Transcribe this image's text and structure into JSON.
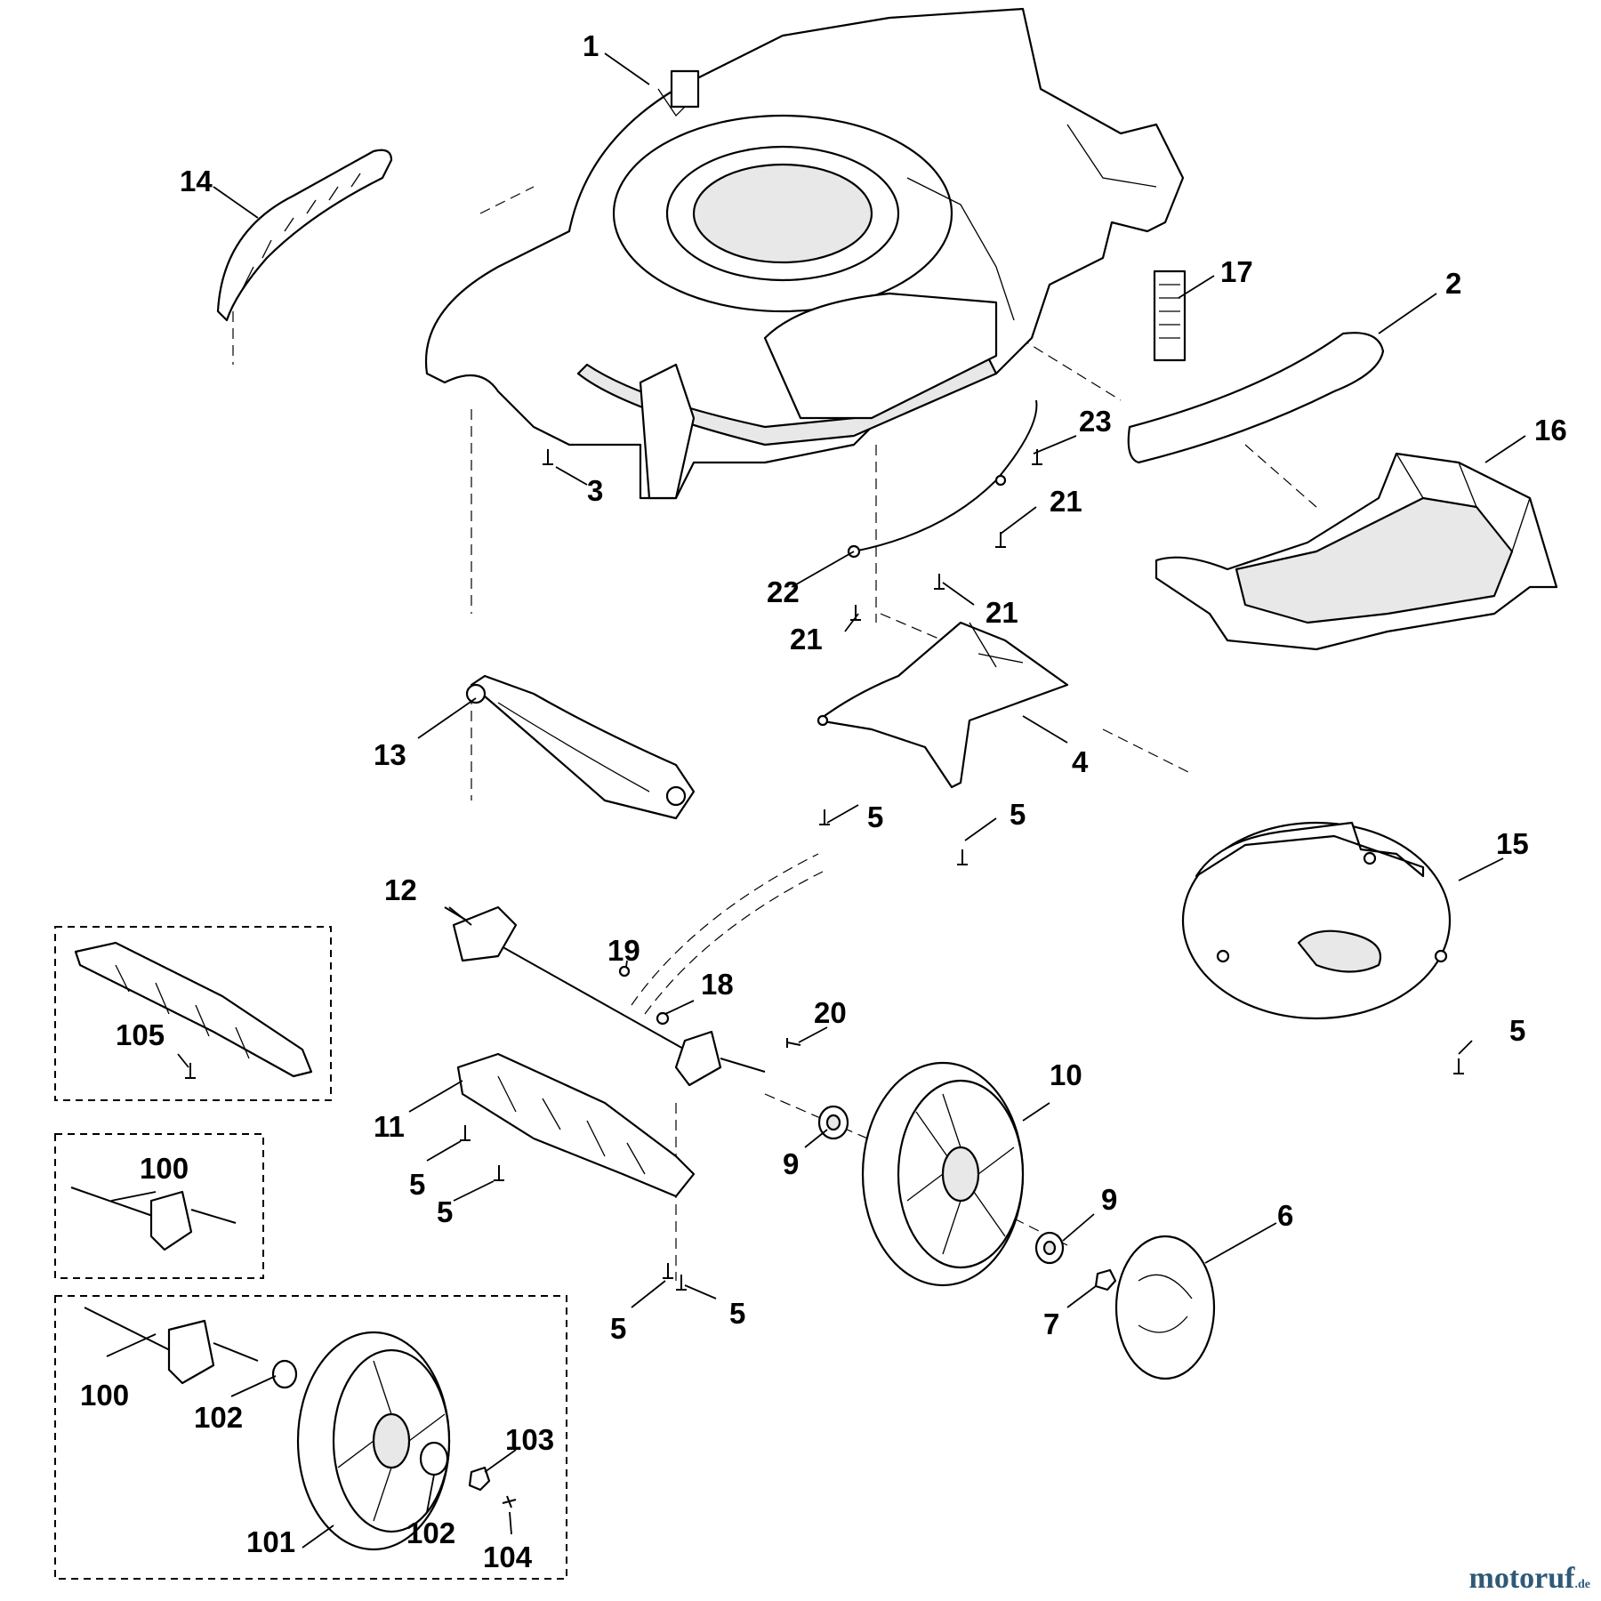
{
  "callouts": {
    "c1": "1",
    "c2": "2",
    "c3": "3",
    "c4": "4",
    "c5a": "5",
    "c5b": "5",
    "c5c": "5",
    "c5d": "5",
    "c5e": "5",
    "c5f": "5",
    "c5g": "5",
    "c6": "6",
    "c7": "7",
    "c9a": "9",
    "c9b": "9",
    "c10": "10",
    "c11": "11",
    "c12": "12",
    "c13": "13",
    "c14": "14",
    "c15": "15",
    "c16": "16",
    "c17": "17",
    "c18": "18",
    "c19": "19",
    "c20": "20",
    "c21a": "21",
    "c21b": "21",
    "c21c": "21",
    "c22": "22",
    "c23": "23",
    "c100a": "100",
    "c100b": "100",
    "c101": "101",
    "c102a": "102",
    "c102b": "102",
    "c103": "103",
    "c104": "104",
    "c105": "105"
  },
  "watermark": {
    "name": "motoruf",
    "tld": ".de",
    "color": "#2f5a78"
  }
}
